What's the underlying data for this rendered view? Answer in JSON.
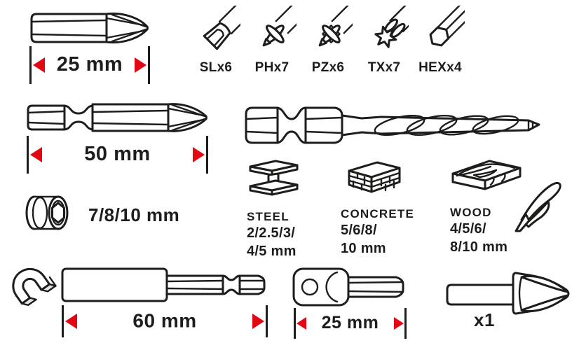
{
  "palette": {
    "ink": "#1d1d1b",
    "red": "#e30613",
    "bg": "#ffffff"
  },
  "bit25": {
    "dimension": "25 mm"
  },
  "bit50": {
    "dimension": "50 mm"
  },
  "bit_types": [
    {
      "label": "SLx6"
    },
    {
      "label": "PHx7"
    },
    {
      "label": "PZx6"
    },
    {
      "label": "TXx7"
    },
    {
      "label": "HEXx4"
    }
  ],
  "sockets": {
    "sizes": "7/8/10 mm"
  },
  "materials": [
    {
      "name": "STEEL",
      "sizes_line1": "2/2.5/3/",
      "sizes_line2": "4/5 mm"
    },
    {
      "name": "CONCRETE",
      "sizes_line1": "5/6/8/",
      "sizes_line2": "10 mm"
    },
    {
      "name": "WOOD",
      "sizes_line1": "4/5/6/",
      "sizes_line2": "8/10 mm"
    }
  ],
  "bit_holder": {
    "dimension": "60 mm"
  },
  "socket_adapter": {
    "dimension": "25 mm"
  },
  "countersink": {
    "quantity": "x1"
  }
}
